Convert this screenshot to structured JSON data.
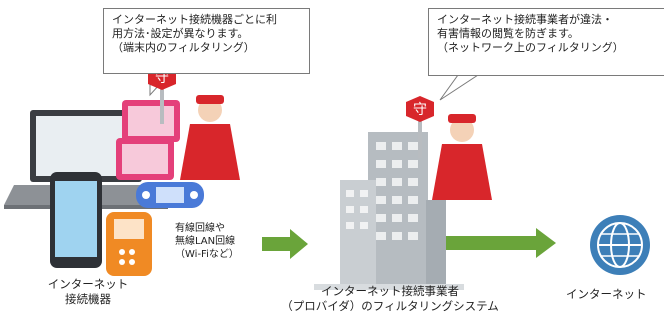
{
  "callouts": {
    "device": {
      "line1": "インターネット接続機器ごとに利",
      "line2": "用方法･設定が異なります。",
      "line3": "（端末内のフィルタリング）"
    },
    "isp": {
      "line1": "インターネット接続事業者が違法・",
      "line2": "有害情報の閲覧を防ぎます。",
      "line3": "（ネットワーク上のフィルタリング）"
    }
  },
  "line_label": {
    "line1": "有線回線や",
    "line2": "無線LAN回線",
    "line3": "（Wi-Fiなど）"
  },
  "nodes": {
    "device": {
      "line1": "インターネット",
      "line2": "接続機器"
    },
    "isp": {
      "line1": "インターネット接続事業者",
      "line2": "（プロバイダ）のフィルタリングシステム"
    },
    "internet": {
      "label": "インターネット"
    }
  },
  "guard_badge_char": "守",
  "colors": {
    "arrow": "#6aa43a",
    "guard_red": "#d8262b",
    "building": "#9aa2a8",
    "globe": "#3d7fb8",
    "tablet_pink": "#e4407a",
    "phone_orange": "#f08a24",
    "game_blue": "#4a7ad8"
  }
}
